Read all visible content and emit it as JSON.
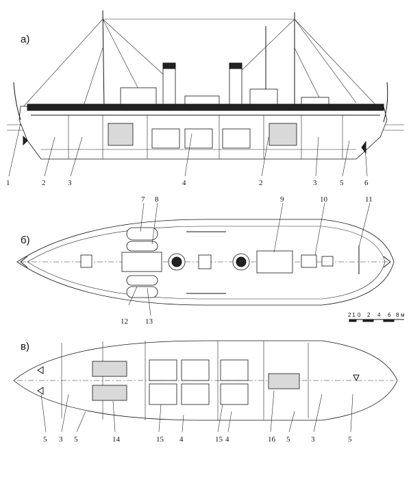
{
  "sections": {
    "side_view": "а)",
    "deck_plan": "б)",
    "hold_plan": "в)"
  },
  "callouts": {
    "side_view": [
      "1",
      "2",
      "3",
      "4",
      "2",
      "3",
      "5",
      "6"
    ],
    "deck_plan": [
      "7",
      "8",
      "9",
      "10",
      "11",
      "12",
      "13"
    ],
    "hold_plan": [
      "5",
      "3",
      "5",
      "14",
      "15",
      "4",
      "15",
      "4",
      "16",
      "5",
      "3",
      "5"
    ]
  },
  "scale_bar": {
    "ticks": [
      "2",
      "1",
      "0",
      "2",
      "4",
      "6",
      "8"
    ],
    "unit": "м"
  }
}
